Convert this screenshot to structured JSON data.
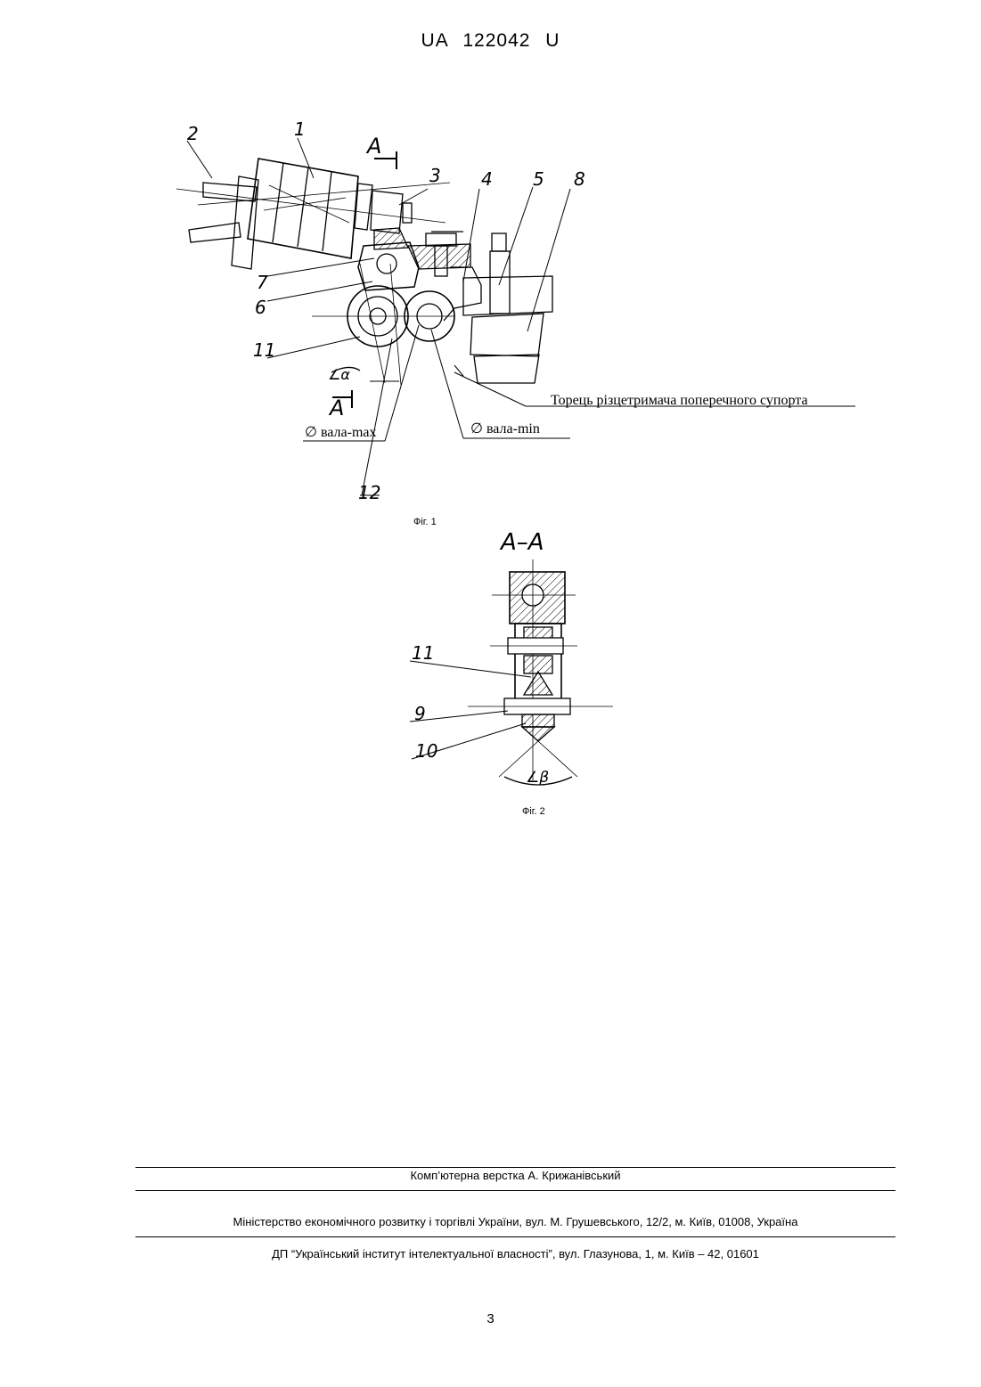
{
  "header": {
    "doc_id": "UA 122042 U"
  },
  "figure1": {
    "caption": "Фіг. 1",
    "labels": [
      "1",
      "2",
      "3",
      "4",
      "5",
      "6",
      "7",
      "8",
      "11",
      "12"
    ],
    "section_mark_top": "A",
    "section_mark_bottom": "A",
    "angle_label": "∠α",
    "annotation_toolholder": "Торець різцетримача поперечного супорта",
    "annotation_shaft_max": "∅ вала-max",
    "annotation_shaft_min": "∅ вала-min"
  },
  "figure2": {
    "caption": "Фіг. 2",
    "section_title": "A–A",
    "labels": [
      "11",
      "9",
      "10"
    ],
    "angle_label": "∠β"
  },
  "footer": {
    "typesetting": "Комп’ютерна верстка А. Крижанівський",
    "ministry": "Міністерство економічного розвитку і торгівлі України, вул. М. Грушевського, 12/2, м. Київ, 01008, Україна",
    "institute": "ДП “Український інститут інтелектуальної власності”, вул. Глазунова, 1, м. Київ – 42, 01601",
    "page_number": "3"
  }
}
